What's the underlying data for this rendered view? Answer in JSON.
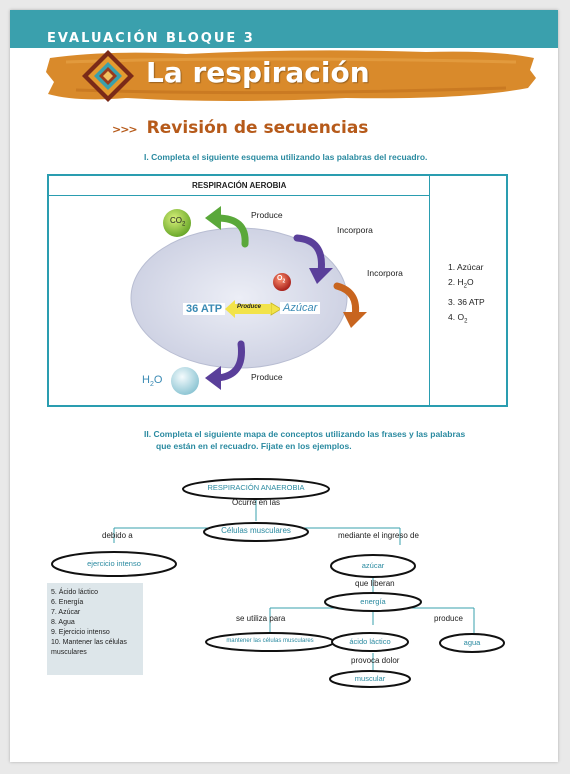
{
  "header": {
    "block_label": "EVALUACIÓN BLOQUE 3",
    "title": "La respiración"
  },
  "section": {
    "arrows": ">>>",
    "title": "Revisión de secuencias"
  },
  "part1": {
    "instruction": "I. Completa el siguiente esquema utilizando las palabras del recuadro.",
    "table_header": "RESPIRACIÓN AEROBIA",
    "labels": {
      "produce_top": "Produce",
      "incorpora_1": "Incorpora",
      "incorpora_2": "Incorpora",
      "produce_bottom": "Produce",
      "co2": "CO",
      "co2_sub": "2",
      "o2": "O",
      "o2_sub": "2",
      "atp": "36 ATP",
      "produce_small": "Produce",
      "azucar": "Azúcar",
      "h2o": "H",
      "h2o_sub": "2",
      "h2o_tail": "O"
    },
    "word_list": [
      {
        "num": "1.",
        "text": "Azúcar"
      },
      {
        "num": "2.",
        "text": "H",
        "sub": "2",
        "tail": "O"
      },
      {
        "num": "3.",
        "text": "36 ATP"
      },
      {
        "num": "4.",
        "text": "O",
        "sub": "2"
      }
    ]
  },
  "part2": {
    "instruction_line1": "II.  Completa el siguiente mapa de conceptos utilizando las frases y las palabras",
    "instruction_line2": "que están en el recuadro. Fíjate en los ejemplos.",
    "concept_map": {
      "root": "RESPIRACIÓN ANAEROBIA",
      "ocurre": "Ocurre en las",
      "celulas": "Células musculares",
      "debido": "debido a",
      "ejercicio": "ejercicio intenso",
      "mediante": "mediante el ingreso de",
      "azucar": "azúcar",
      "que_liberan": "que liberan",
      "energia": "energía",
      "se_utiliza": "se utiliza para",
      "produce": "produce",
      "mantener": "mantener las células musculares",
      "acido": "ácido láctico",
      "agua": "agua",
      "provoca": "provoca dolor",
      "muscular": "muscular"
    },
    "legend": [
      "5. Ácido láctico",
      "6. Energía",
      "7. Azúcar",
      "8. Agua",
      "9. Ejercicio intenso",
      "10. Mantener las células",
      "musculares"
    ]
  },
  "colors": {
    "teal": "#3aa0ad",
    "orange_banner": "#d98a2b",
    "section_title": "#b65a1a",
    "instruction": "#2a8aa0",
    "green_arrow": "#5aa83a",
    "purple_arrow": "#5a3f9a",
    "orange_arrow": "#c8651f"
  }
}
